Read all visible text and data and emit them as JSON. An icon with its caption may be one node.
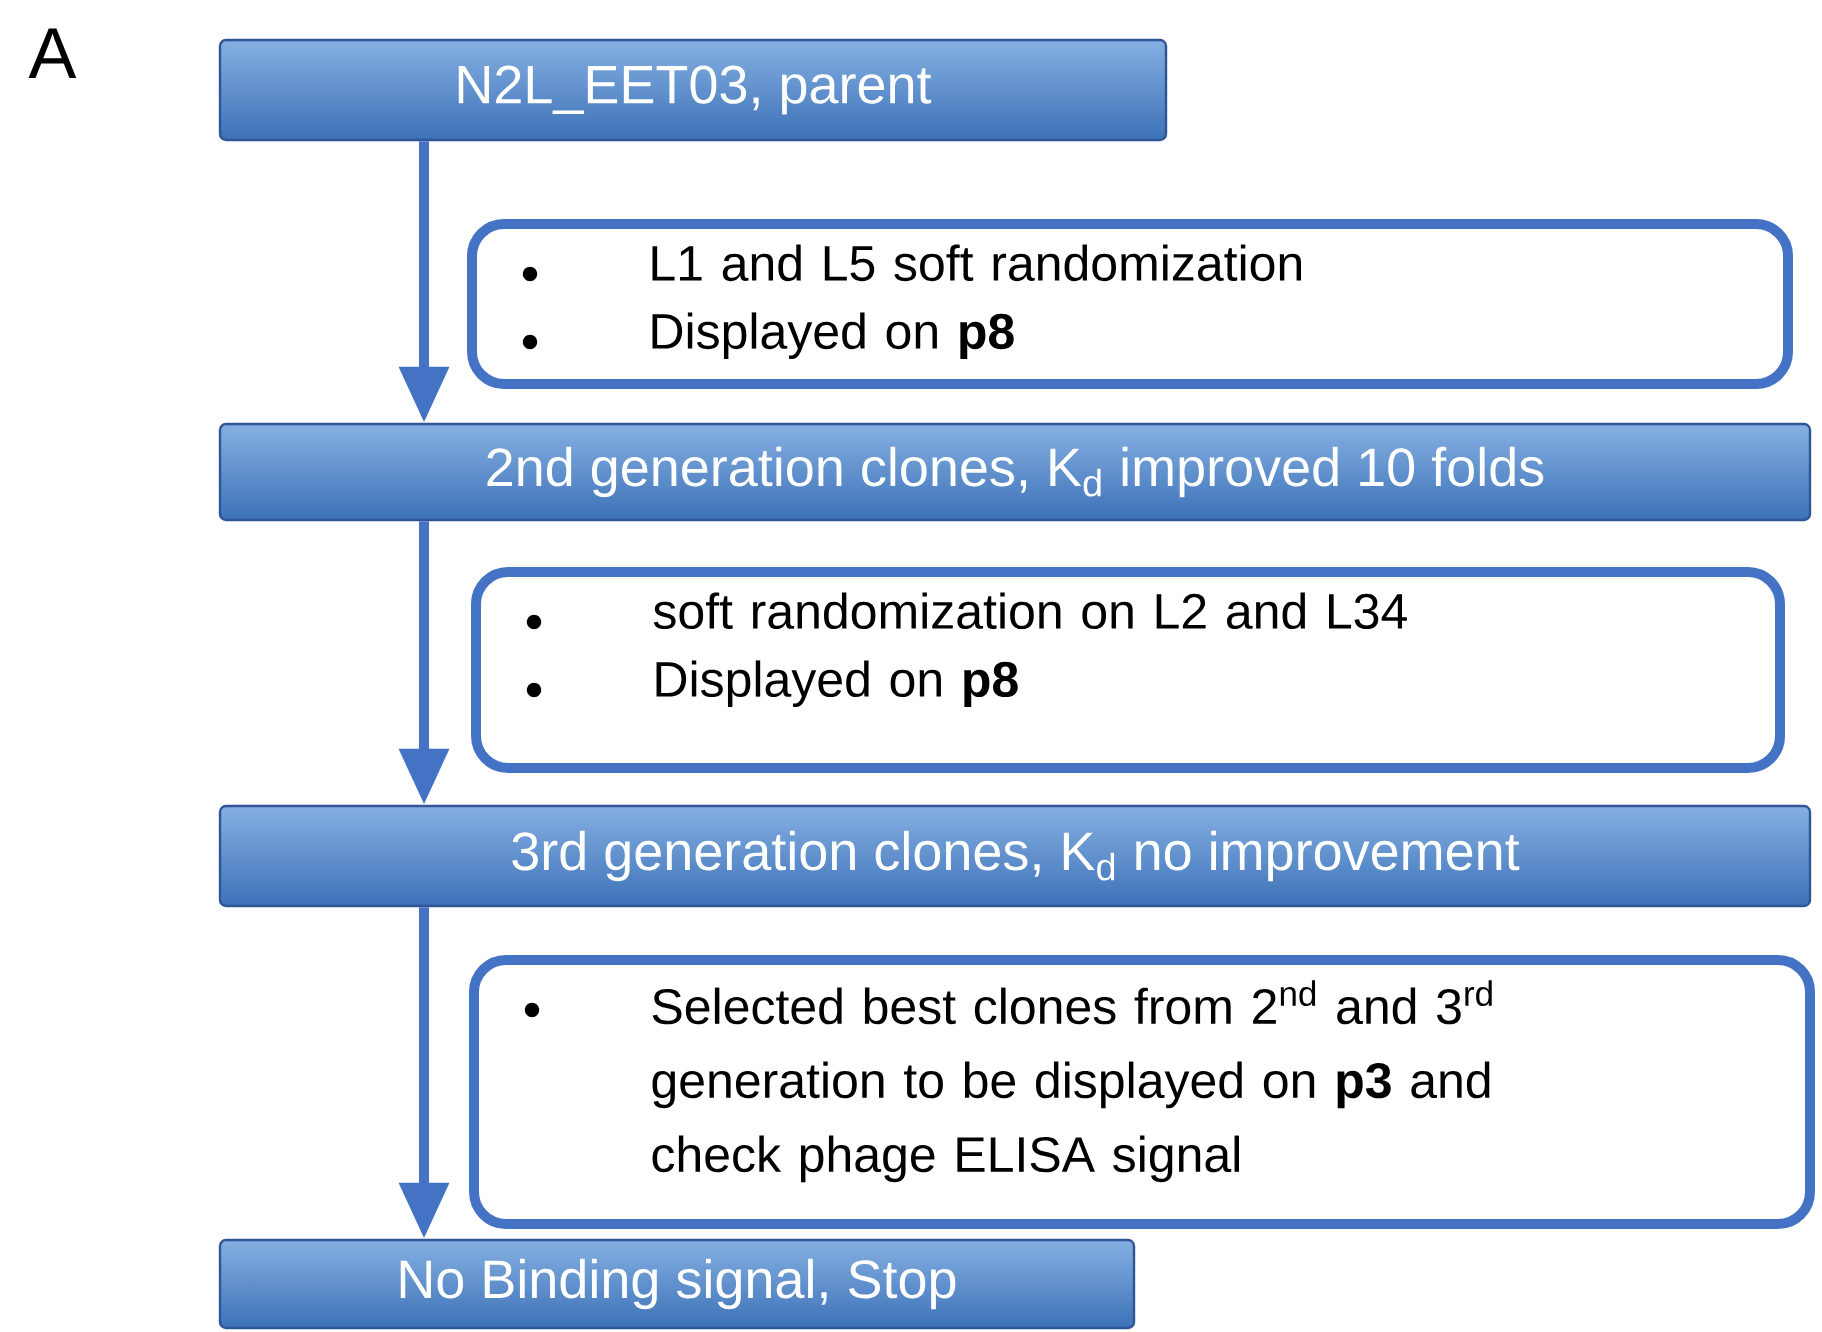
{
  "diagram": {
    "nodes": [
      {
        "text": [
          "N2L_EET03, parent"
        ]
      },
      {
        "text": [
          "L1 and L5 soft randomization",
          "Displayed on **p8**"
        ]
      },
      {
        "text": [
          "2nd generation clones, K$_{d}$ improved 10 folds"
        ]
      },
      {
        "text": [
          "soft randomization on L2 and L34",
          "Displayed on **p8**"
        ]
      },
      {
        "text": [
          "3rd generation clones, K$_{d}$ no improvement"
        ]
      },
      {
        "text": [
          "Selected best clones from 2$^{nd}$  and 3$^{rd}$ generation to be displayed on **p3** and check phage ELISA signal"
        ]
      },
      {
        "text": [
          "No Binding signal, Stop"
        ]
      }
    ],
    "edges": [
      {
        "from": 0,
        "to": 2,
        "arrow": "to"
      },
      {
        "from": 2,
        "to": 4,
        "arrow": "to"
      },
      {
        "from": 4,
        "to": 6,
        "arrow": "to"
      }
    ],
    "labels": [
      "A"
    ]
  }
}
